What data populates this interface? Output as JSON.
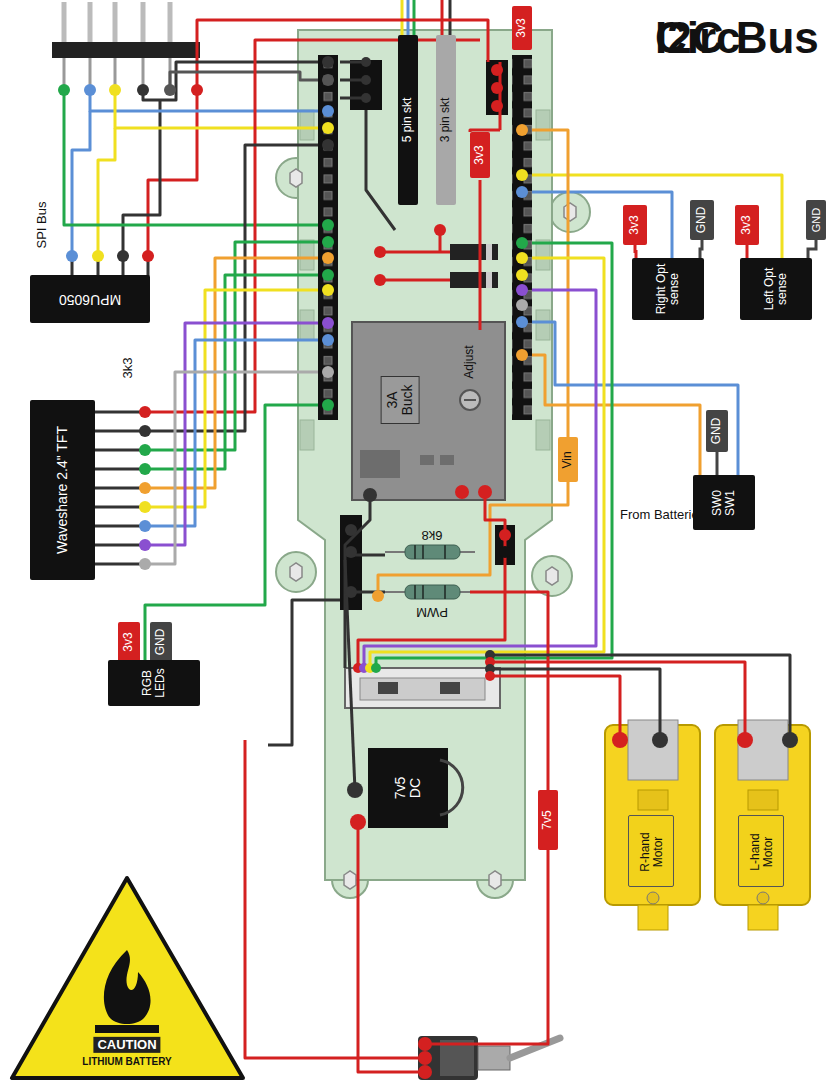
{
  "diagram": {
    "title": "Circ",
    "nodes": [
      {
        "text": [
          "5 pin skt"
        ]
      },
      {
        "text": [
          "3 pin skt"
        ]
      },
      {
        "text": [
          "3v3"
        ]
      },
      {
        "text": [
          "3v3"
        ]
      },
      {
        "text": [
          "MPU6050"
        ]
      },
      {
        "text": [
          "3v3"
        ]
      },
      {
        "text": [
          "GND"
        ]
      },
      {
        "text": [
          "Right Opt sense"
        ]
      },
      {
        "text": [
          "3v3"
        ]
      },
      {
        "text": [
          "GND"
        ]
      },
      {
        "text": [
          "Left Opt sense"
        ]
      },
      {
        "text": [
          "3A Buck",
          "Adjust"
        ]
      },
      {
        "text": [
          "Waveshare 2.4\" TFT"
        ]
      },
      {
        "text": [
          "GND"
        ]
      },
      {
        "text": [
          "Vin"
        ]
      },
      {
        "text": [
          "SW0 SW1"
        ]
      },
      {
        "text": [
          "3v3"
        ]
      },
      {
        "text": [
          "GND"
        ]
      },
      {
        "text": [
          "RGB LEDs"
        ]
      },
      {
        "text": [
          "R-hand Motor"
        ]
      },
      {
        "text": [
          "L-hand Motor"
        ]
      },
      {
        "text": [
          "7v5 DC"
        ]
      },
      {
        "text": [
          "7v5"
        ]
      },
      {
        "text": [
          "CAUTION",
          "LITHIUM BATTERY"
        ]
      }
    ],
    "edges": [
      {
        "from": 5,
        "to": 7,
        "arrow": "none"
      },
      {
        "from": 6,
        "to": 7,
        "arrow": "none"
      },
      {
        "from": 8,
        "to": 10,
        "arrow": "none"
      },
      {
        "from": 9,
        "to": 10,
        "arrow": "none"
      },
      {
        "from": 13,
        "to": 15,
        "arrow": "none"
      },
      {
        "from": 16,
        "to": 18,
        "arrow": "none"
      },
      {
        "from": 17,
        "to": 18,
        "arrow": "none"
      }
    ],
    "labels": [
      "I2C Bus",
      "SPI Bus",
      "3k3",
      "6k8",
      "PWM",
      "From Batteries"
    ]
  }
}
